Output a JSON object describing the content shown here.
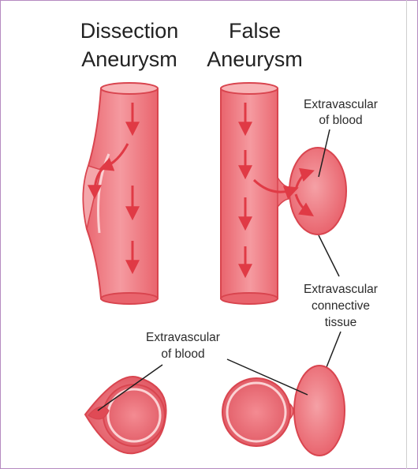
{
  "titles": {
    "dissection_line1": "Dissection",
    "dissection_line2": "Aneurysm",
    "false_line1": "False",
    "false_line2": "Aneurysm"
  },
  "labels": {
    "extravascular_blood_top_line1": "Extravascular",
    "extravascular_blood_top_line2": "of blood",
    "connective_line1": "Extravascular",
    "connective_line2": "connective",
    "connective_line3": "tissue",
    "extravascular_blood_bottom_line1": "Extravascular",
    "extravascular_blood_bottom_line2": "of blood"
  },
  "colors": {
    "vessel_fill": "#f07f86",
    "vessel_light": "#f8b3b6",
    "vessel_outline": "#d9454f",
    "lumen_fill": "#ec6f77",
    "arrow": "#e03a45",
    "sac_fill": "#ee747c",
    "leader_line": "#1f1f1f"
  }
}
